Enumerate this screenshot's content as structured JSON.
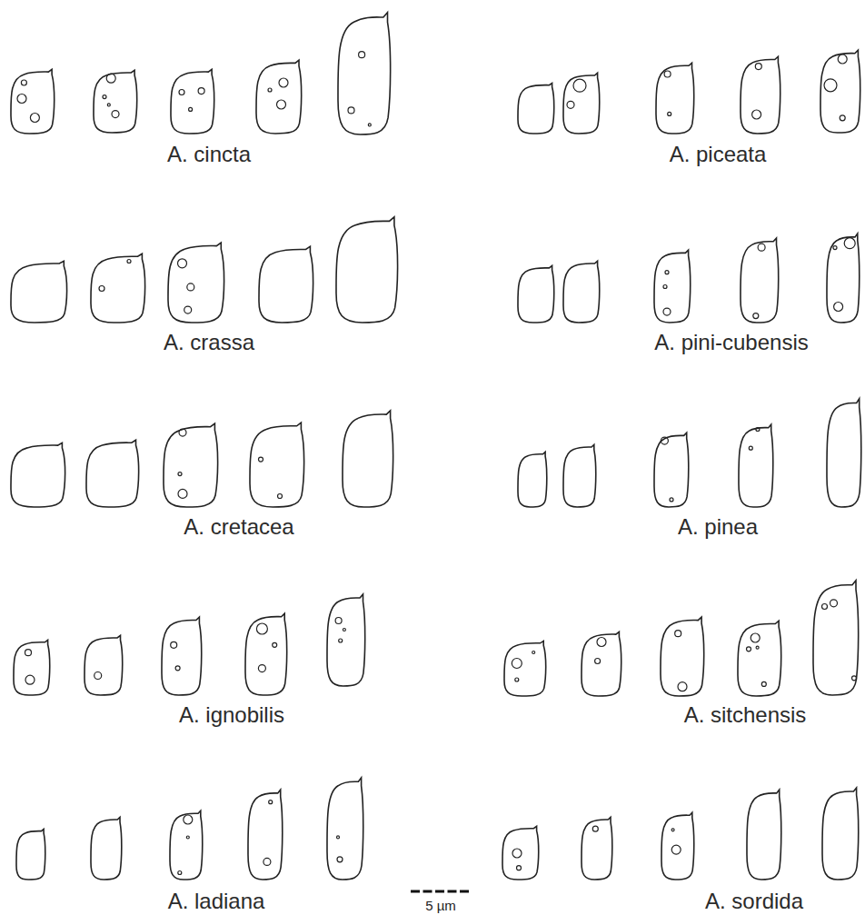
{
  "diagram": {
    "labels": [
      "A. cincta",
      "A. piceata",
      "A. crassa",
      "A. pini-cubensis",
      "A. cretacea",
      "A. pinea",
      "A. ignobilis",
      "A. sitchensis",
      "A. ladiana",
      "A. sordida",
      "5 µm"
    ]
  }
}
